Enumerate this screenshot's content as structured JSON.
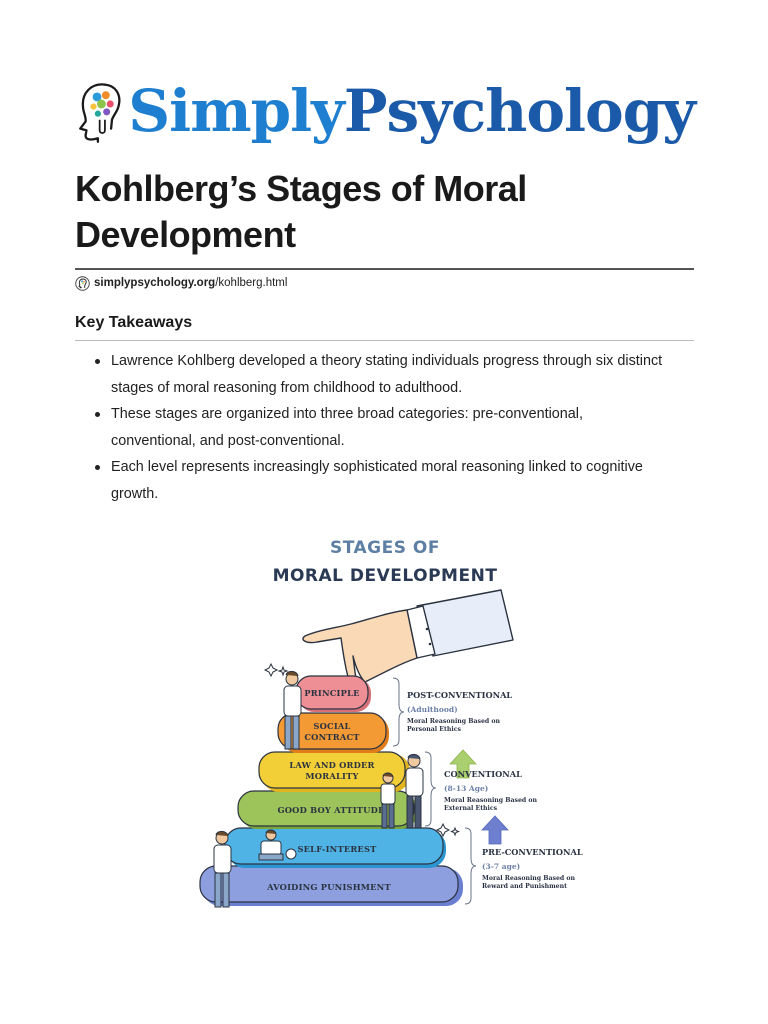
{
  "brand": {
    "part1": "Simply",
    "part2": "Psychology"
  },
  "article": {
    "title_line1": "Kohlberg’s Stages of Moral",
    "title_line2": "Development",
    "url_domain": "simplypsychology.org",
    "url_path": "/kohlberg.html"
  },
  "key_takeaways": {
    "heading": "Key Takeaways",
    "items": [
      {
        "line1": "Lawrence Kohlberg developed a theory stating individuals progress through six distinct",
        "line2": "stages of moral reasoning from childhood to adulthood."
      },
      {
        "line1": "These stages are organized into three broad categories: pre-conventional,",
        "line2": "conventional, and post-conventional."
      },
      {
        "line1": "Each level represents increasingly sophisticated moral reasoning linked to cognitive",
        "line2": "growth."
      }
    ]
  },
  "figure": {
    "title_line1": "STAGES OF",
    "title_line2": "MORAL DEVELOPMENT",
    "stages": [
      {
        "label": "PRINCIPLE",
        "color": "#ee8e95"
      },
      {
        "label_line1": "SOCIAL",
        "label_line2": "CONTRACT",
        "color": "#f39a35"
      },
      {
        "label_line1": "LAW AND ORDER",
        "label_line2": "MORALITY",
        "color": "#f3cf37"
      },
      {
        "label": "GOOD BOY ATTITUDE",
        "color": "#9dc45a"
      },
      {
        "label": "SELF-INTEREST",
        "color": "#4fb3e6"
      },
      {
        "label": "AVOIDING PUNISHMENT",
        "color": "#8e9fe0"
      }
    ],
    "levels": [
      {
        "title": "POST-CONVENTIONAL",
        "age": "(Adulthood)",
        "desc_line1": "Moral Reasoning Based on",
        "desc_line2": "Personal Ethics"
      },
      {
        "title": "CONVENTIONAL",
        "age": "(8-13 Age)",
        "desc_line1": "Moral Reasoning Based on",
        "desc_line2": "External Ethics"
      },
      {
        "title": "PRE-CONVENTIONAL",
        "age": "(3-7 age)",
        "desc_line1": "Moral Reasoning Based on",
        "desc_line2": "Reward and Punishment"
      }
    ],
    "arrow_colors": {
      "upper": "#a9cf6e",
      "lower": "#6f7fcf"
    }
  }
}
